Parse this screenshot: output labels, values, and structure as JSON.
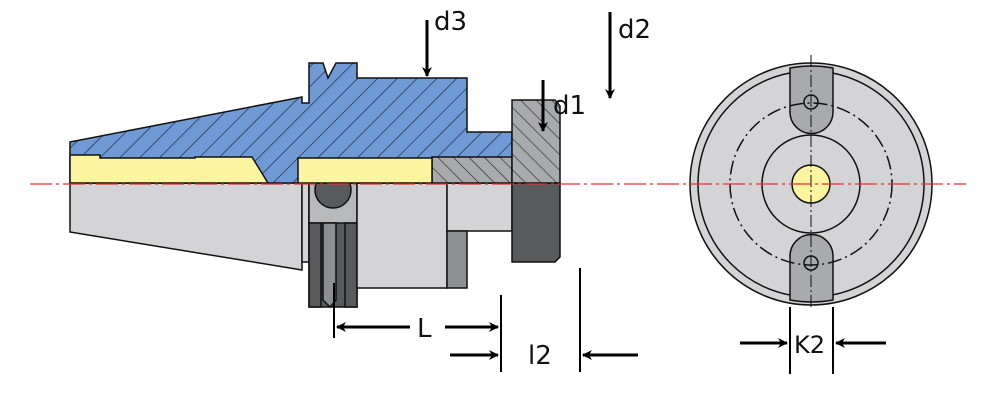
{
  "diagram": {
    "title_hidden": null,
    "labels": {
      "d1": "d1",
      "d2": "d2",
      "d3": "d3",
      "L": "L",
      "l2": "l2",
      "K2": "K2"
    },
    "colors": {
      "body_section": "#6f9ad6",
      "bore": "#fdf4a0",
      "body_gray": "#d4d4d6",
      "dark_gray": "#595a5c",
      "mid_gray": "#8e8f92",
      "centerline": "#e03030"
    }
  }
}
